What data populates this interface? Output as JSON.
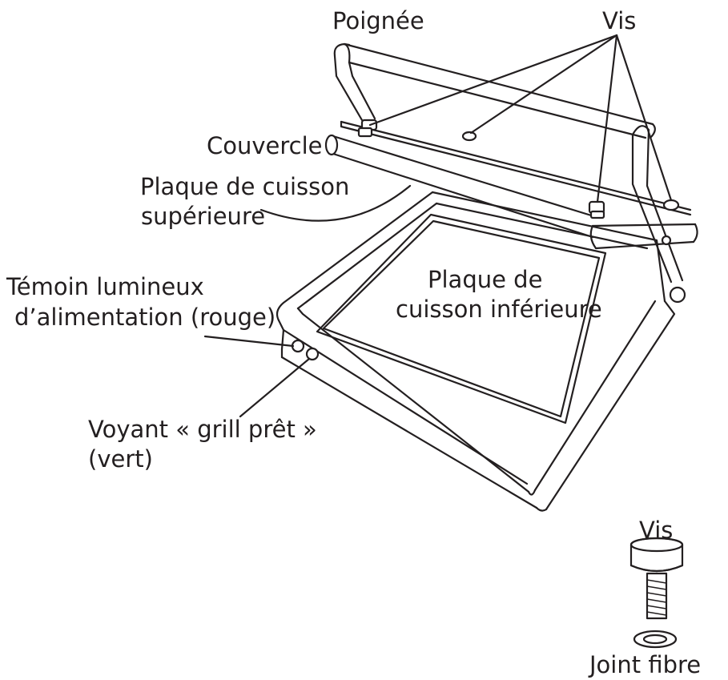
{
  "labels": {
    "handle": "Poignée",
    "screws_top": "Vis",
    "lid": "Couvercle",
    "upper_plate_line1": "Plaque de cuisson",
    "upper_plate_line2": "supérieure",
    "power_light_line1": "Témoin lumineux",
    "power_light_line2": "d’alimentation (rouge)",
    "lower_plate_line1": "Plaque de",
    "lower_plate_line2": "cuisson inférieure",
    "ready_light_line1": "Voyant « grill prêt »",
    "ready_light_line2": "(vert)",
    "screw_detail": "Vis",
    "fibre_washer": "Joint fibre"
  }
}
